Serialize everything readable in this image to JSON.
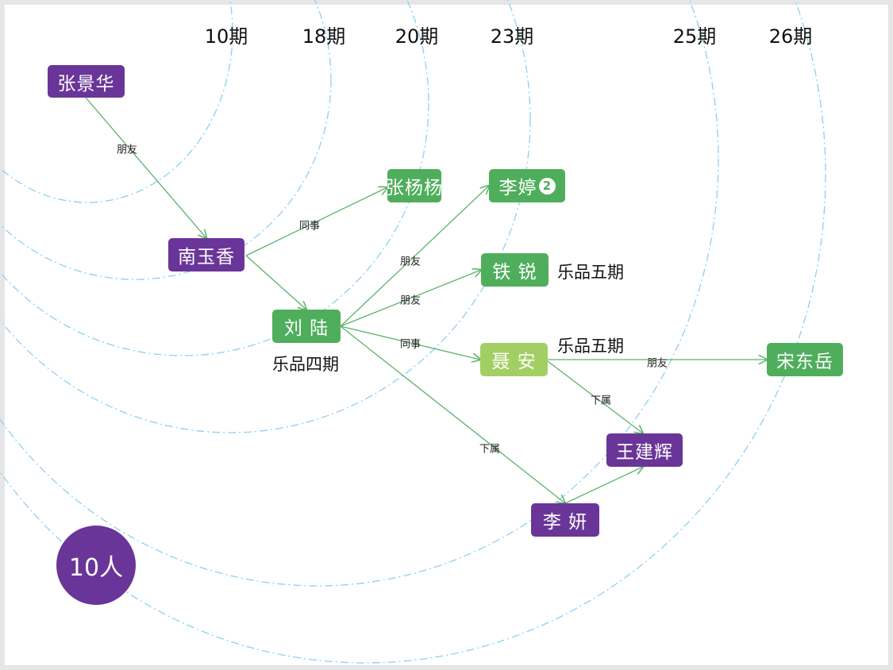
{
  "periods": [
    "10期",
    "18期",
    "20期",
    "23期",
    "25期",
    "26期"
  ],
  "nodes": {
    "zhangjinghua": {
      "label": "张景华",
      "color": "purple"
    },
    "nanyuxiang": {
      "label": "南玉香",
      "color": "purple"
    },
    "liulu": {
      "label": "刘 陆",
      "color": "green"
    },
    "zhangyangyang": {
      "label": "张杨杨",
      "color": "green"
    },
    "liting": {
      "label": "李婷",
      "color": "green",
      "badge": "2"
    },
    "tierui": {
      "label": "铁 锐",
      "color": "green"
    },
    "niean": {
      "label": "聂 安",
      "color": "lightgreen"
    },
    "songdongyue": {
      "label": "宋东岳",
      "color": "green"
    },
    "wangjianhui": {
      "label": "王建辉",
      "color": "purple"
    },
    "liyan": {
      "label": "李 妍",
      "color": "purple"
    }
  },
  "notes": {
    "liulu": "乐品四期",
    "tierui": "乐品五期",
    "niean": "乐品五期"
  },
  "edges": [
    {
      "from": "zhangjinghua",
      "to": "nanyuxiang",
      "label": "朋友"
    },
    {
      "from": "nanyuxiang",
      "to": "zhangyangyang",
      "label": "同事"
    },
    {
      "from": "nanyuxiang",
      "to": "liulu",
      "label": ""
    },
    {
      "from": "liulu",
      "to": "liting",
      "label": "朋友"
    },
    {
      "from": "liulu",
      "to": "tierui",
      "label": "朋友"
    },
    {
      "from": "liulu",
      "to": "niean",
      "label": "同事"
    },
    {
      "from": "liulu",
      "to": "liyan",
      "label": "下属"
    },
    {
      "from": "niean",
      "to": "songdongyue",
      "label": "朋友"
    },
    {
      "from": "niean",
      "to": "wangjianhui",
      "label": "下属"
    },
    {
      "from": "liyan",
      "to": "wangjianhui",
      "label": ""
    }
  ],
  "count": "10人",
  "colors": {
    "purple": "#6a3598",
    "green": "#4fae5c",
    "lightgreen": "#a2cf63",
    "edge": "#5bb36a",
    "arc": "#8fd0ee"
  }
}
